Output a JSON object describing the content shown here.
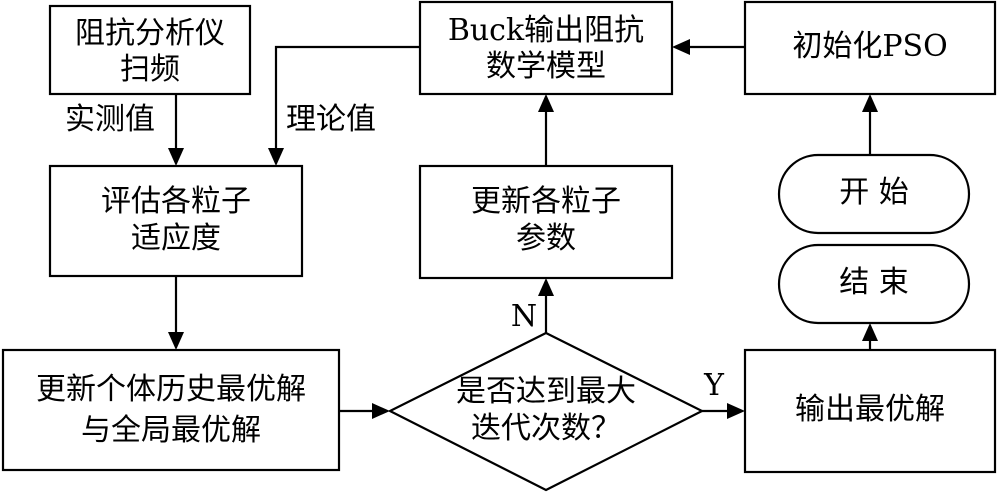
{
  "nodes": {
    "impedance_analyzer": {
      "line1": "阻抗分析仪",
      "line2": "扫频"
    },
    "buck_model": {
      "line1": "Buck输出阻抗",
      "line2": "数学模型"
    },
    "init_pso": {
      "line1": "初始化PSO"
    },
    "evaluate_fitness": {
      "line1": "评估各粒子",
      "line2": "适应度"
    },
    "update_params": {
      "line1": "更新各粒子",
      "line2": "参数"
    },
    "start": {
      "line1": "开  始"
    },
    "end": {
      "line1": "结  束"
    },
    "update_best": {
      "line1": "更新个体历史最优解",
      "line2": "与全局最优解"
    },
    "decision": {
      "line1": "是否达到最大",
      "line2": "迭代次数？"
    },
    "output_best": {
      "line1": "输出最优解"
    }
  },
  "edge_labels": {
    "measured": "实测值",
    "theoretical": "理论值",
    "no": "N",
    "yes": "Y"
  }
}
